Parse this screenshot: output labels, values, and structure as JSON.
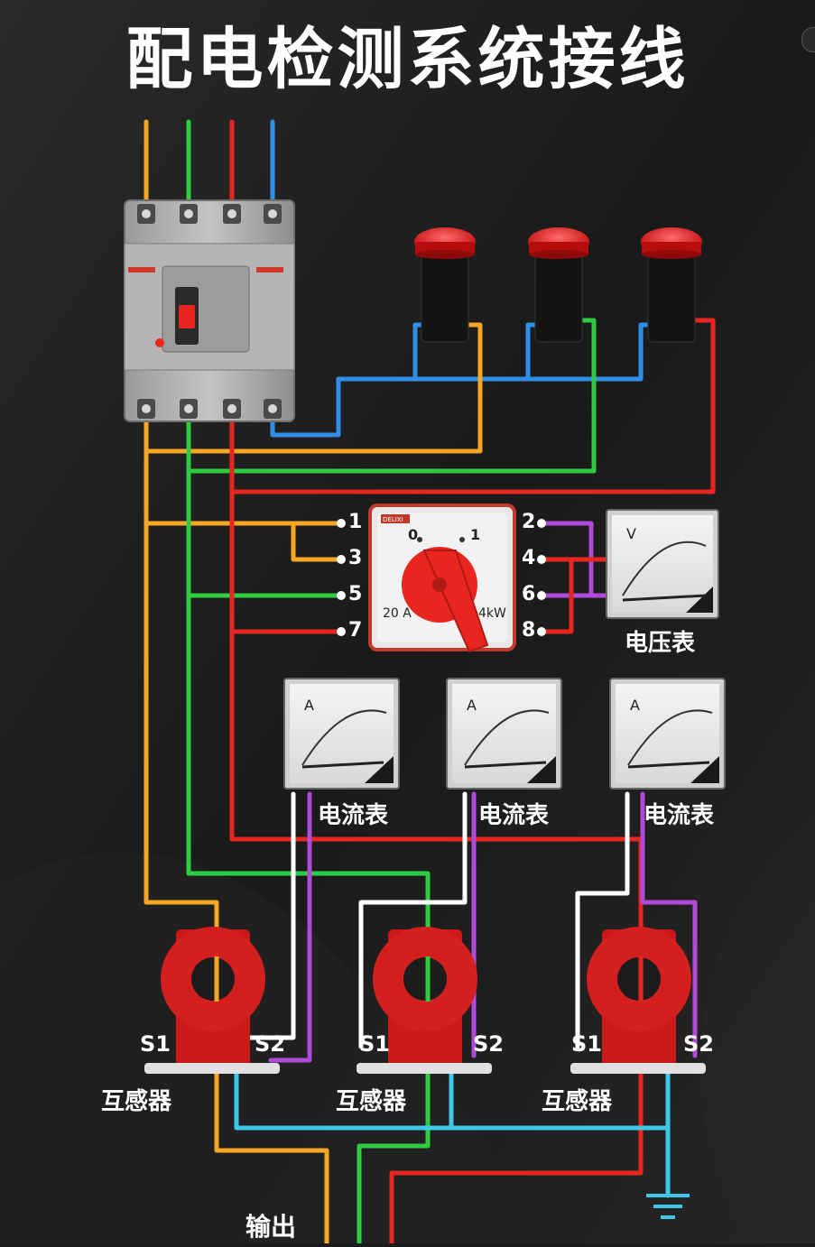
{
  "title": "配电检测系统接线",
  "terminals": {
    "t1": "1",
    "t2": "2",
    "t3": "3",
    "t4": "4",
    "t5": "5",
    "t6": "6",
    "t7": "7",
    "t8": "8"
  },
  "switch": {
    "pos0": "0",
    "pos1": "1",
    "rating_a": "20 A",
    "rating_p": "4kW",
    "brand": "DELIXI"
  },
  "voltmeter": {
    "label": "电压表",
    "unit": "V"
  },
  "ammeters": [
    {
      "label": "电流表",
      "unit": "A"
    },
    {
      "label": "电流表",
      "unit": "A"
    },
    {
      "label": "电流表",
      "unit": "A"
    }
  ],
  "transformers": [
    {
      "s1": "S1",
      "s2": "S2",
      "label": "互感器"
    },
    {
      "s1": "S1",
      "s2": "S2",
      "label": "互感器"
    },
    {
      "s1": "S1",
      "s2": "S2",
      "label": "互感器"
    }
  ],
  "output_label": "输出",
  "colors": {
    "orange": "#f5a623",
    "green": "#2ecc40",
    "red": "#e8261f",
    "blue": "#2f8fe6",
    "purple": "#b04ad8",
    "white": "#ffffff",
    "cyan": "#3ec7e6"
  }
}
